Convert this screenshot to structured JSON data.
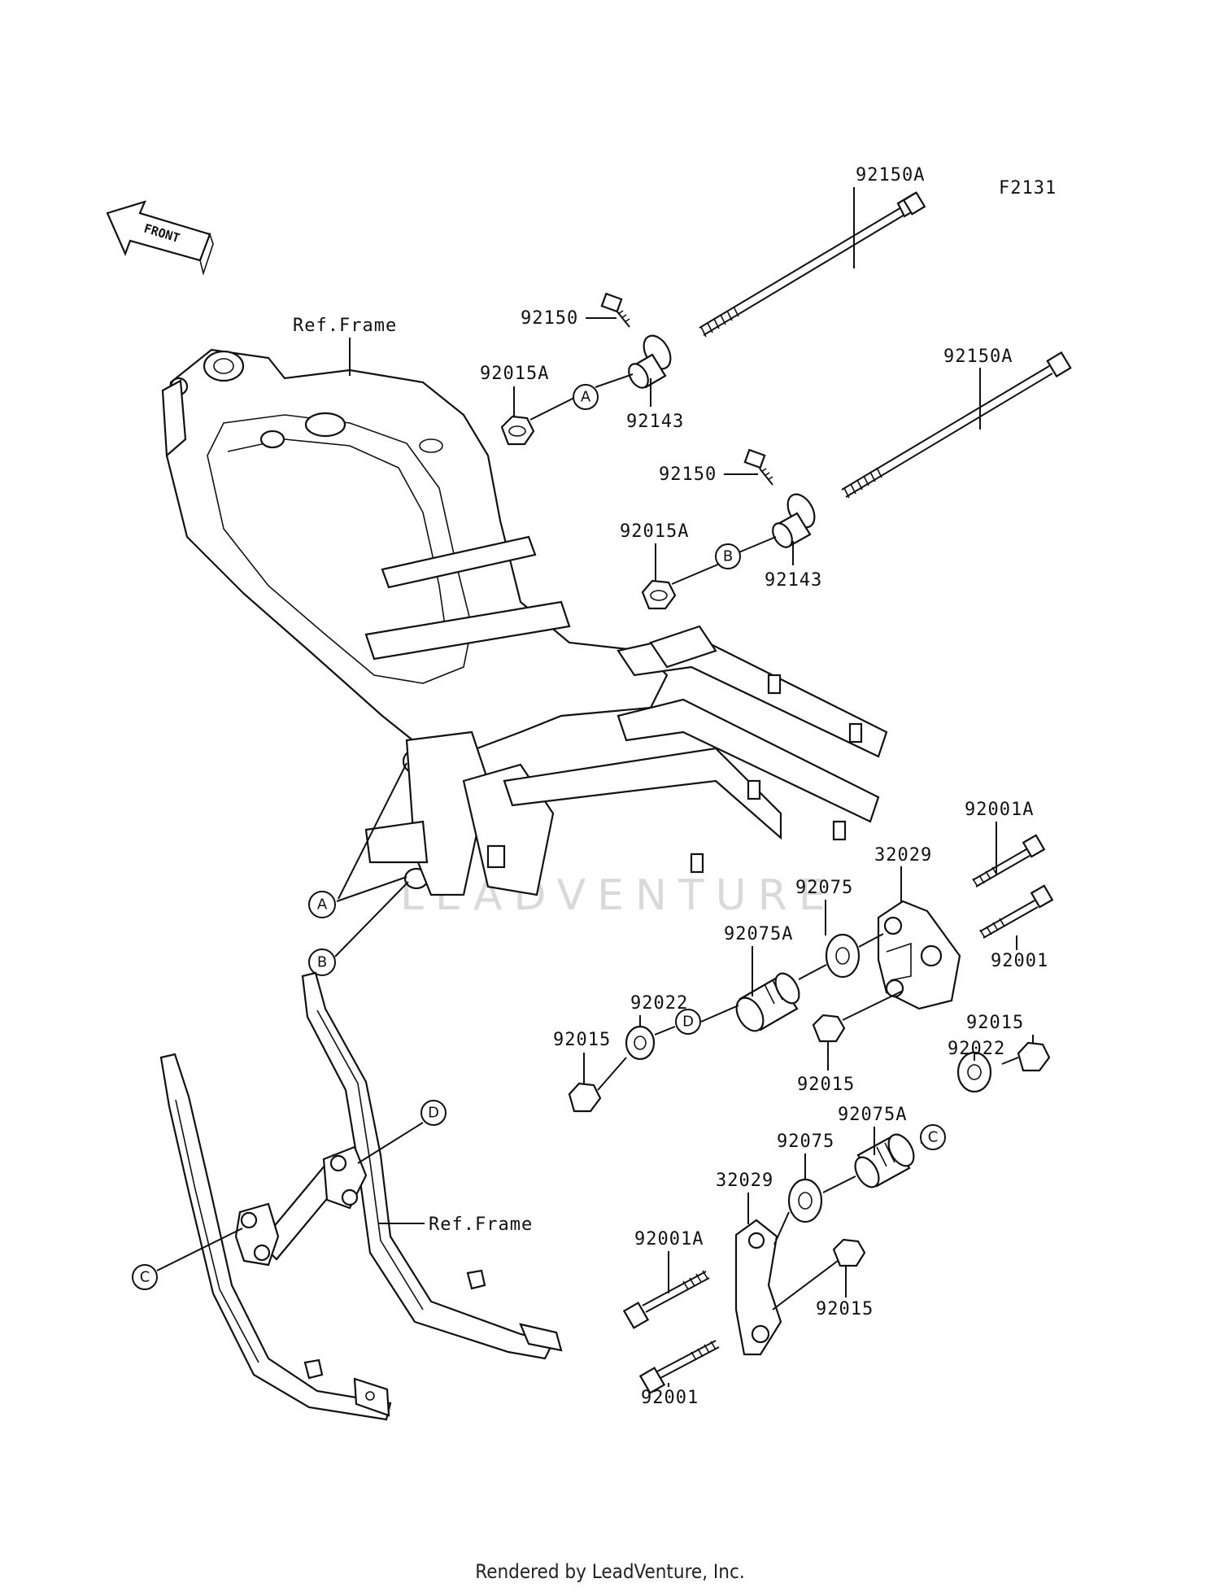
{
  "figure_code": "F2131",
  "front_label": "FRONT",
  "watermark": "LEADVENTURE",
  "footer": "Rendered by LeadVenture, Inc.",
  "ref_frame_label": "Ref.Frame",
  "callouts": {
    "a": "A",
    "b": "B",
    "c": "C",
    "d": "D"
  },
  "parts": {
    "p92150A_1": "92150A",
    "p92150A_2": "92150A",
    "p92150_1": "92150",
    "p92150_2": "92150",
    "p92015A_1": "92015A",
    "p92015A_2": "92015A",
    "p92143_1": "92143",
    "p92143_2": "92143",
    "p92001A_1": "92001A",
    "p92001A_2": "92001A",
    "p32029_1": "32029",
    "p32029_2": "32029",
    "p92075_1": "92075",
    "p92075_2": "92075",
    "p92075A_1": "92075A",
    "p92075A_2": "92075A",
    "p92001_1": "92001",
    "p92001_2": "92001",
    "p92022_1": "92022",
    "p92022_2": "92022",
    "p92015_1": "92015",
    "p92015_2": "92015",
    "p92015_3": "92015",
    "p92015_4": "92015"
  }
}
